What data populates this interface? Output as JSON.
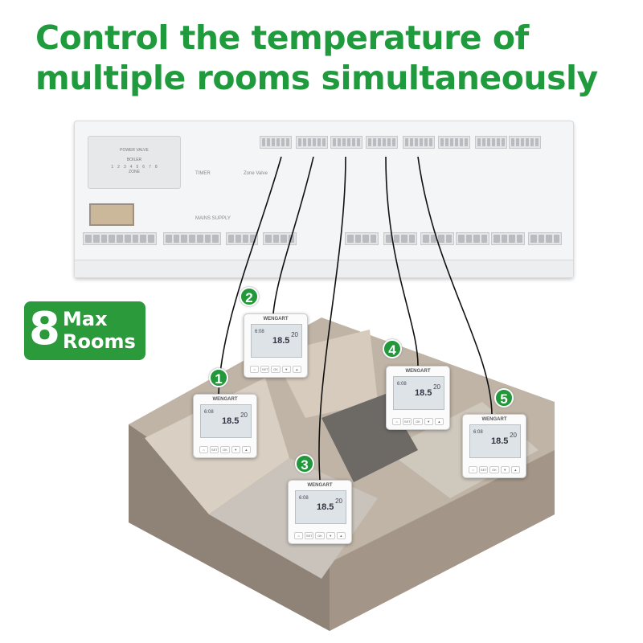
{
  "title": {
    "line1": "Control the temperature of",
    "line2": "multiple rooms simultaneously"
  },
  "badge": {
    "number": "8",
    "line1": "Max",
    "line2": "Rooms"
  },
  "hub": {
    "power_valve": "POWER  VALVE",
    "boiler": "BOILER",
    "zone": "ZONE",
    "zones": [
      "1",
      "2",
      "3",
      "4",
      "5",
      "6",
      "7",
      "8"
    ],
    "timer": "TIMER",
    "zone_valve": "Zone Valve",
    "mains": "MAINS SUPPLY"
  },
  "thermostat": {
    "brand": "WENGART",
    "time": "6:08",
    "temp": "18.5",
    "setpoint": "20",
    "buttons": [
      "⌂",
      "SET",
      "OK",
      "▼",
      "▲"
    ]
  },
  "rooms": [
    "1",
    "2",
    "3",
    "4",
    "5"
  ],
  "colors": {
    "green": "#1f9a3c"
  }
}
